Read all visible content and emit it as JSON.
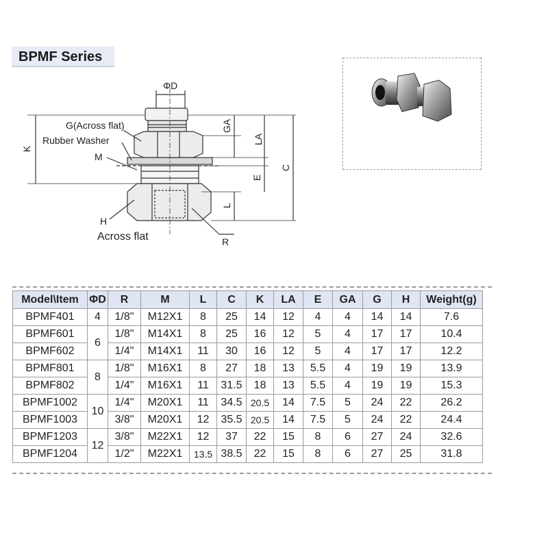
{
  "header": {
    "title": "BPMF Series"
  },
  "drawing": {
    "labels": {
      "phi_d": "ΦD",
      "g_across_flat": "G(Across flat)",
      "rubber_washer": "Rubber Washer",
      "m": "M",
      "h": "H",
      "across_flat": "Across flat",
      "k": "K",
      "ga": "GA",
      "la": "LA",
      "c": "C",
      "e": "E",
      "l": "L",
      "r": "R"
    }
  },
  "photo": {
    "icon": "push-in-bulkhead-fitting-photo"
  },
  "table": {
    "headers": [
      "Model\\Item",
      "ΦD",
      "R",
      "M",
      "L",
      "C",
      "K",
      "LA",
      "E",
      "GA",
      "G",
      "H",
      "Weight(g)"
    ],
    "rows": [
      {
        "model": "BPMF401",
        "d": "4",
        "r": "1/8\"",
        "m": "M12X1",
        "l": "8",
        "c": "25",
        "k": "14",
        "la": "12",
        "e": "4",
        "ga": "4",
        "g": "14",
        "h": "14",
        "w": "7.6"
      },
      {
        "model": "BPMF601",
        "d": "6",
        "r": "1/8\"",
        "m": "M14X1",
        "l": "8",
        "c": "25",
        "k": "16",
        "la": "12",
        "e": "5",
        "ga": "4",
        "g": "17",
        "h": "17",
        "w": "10.4"
      },
      {
        "model": "BPMF602",
        "d": "",
        "r": "1/4\"",
        "m": "M14X1",
        "l": "11",
        "c": "30",
        "k": "16",
        "la": "12",
        "e": "5",
        "ga": "4",
        "g": "17",
        "h": "17",
        "w": "12.2"
      },
      {
        "model": "BPMF801",
        "d": "8",
        "r": "1/8\"",
        "m": "M16X1",
        "l": "8",
        "c": "27",
        "k": "18",
        "la": "13",
        "e": "5.5",
        "ga": "4",
        "g": "19",
        "h": "19",
        "w": "13.9"
      },
      {
        "model": "BPMF802",
        "d": "",
        "r": "1/4\"",
        "m": "M16X1",
        "l": "11",
        "c": "31.5",
        "k": "18",
        "la": "13",
        "e": "5.5",
        "ga": "4",
        "g": "19",
        "h": "19",
        "w": "15.3"
      },
      {
        "model": "BPMF1002",
        "d": "10",
        "r": "1/4\"",
        "m": "M20X1",
        "l": "11",
        "c": "34.5",
        "k": "20.5",
        "la": "14",
        "e": "7.5",
        "ga": "5",
        "g": "24",
        "h": "22",
        "w": "26.2"
      },
      {
        "model": "BPMF1003",
        "d": "",
        "r": "3/8\"",
        "m": "M20X1",
        "l": "12",
        "c": "35.5",
        "k": "20.5",
        "la": "14",
        "e": "7.5",
        "ga": "5",
        "g": "24",
        "h": "22",
        "w": "24.4"
      },
      {
        "model": "BPMF1203",
        "d": "12",
        "r": "3/8\"",
        "m": "M22X1",
        "l": "12",
        "c": "37",
        "k": "22",
        "la": "15",
        "e": "8",
        "ga": "6",
        "g": "27",
        "h": "24",
        "w": "32.6"
      },
      {
        "model": "BPMF1204",
        "d": "",
        "r": "1/2\"",
        "m": "M22X1",
        "l": "13.5",
        "c": "38.5",
        "k": "22",
        "la": "15",
        "e": "8",
        "ga": "6",
        "g": "27",
        "h": "25",
        "w": "31.8"
      }
    ]
  }
}
